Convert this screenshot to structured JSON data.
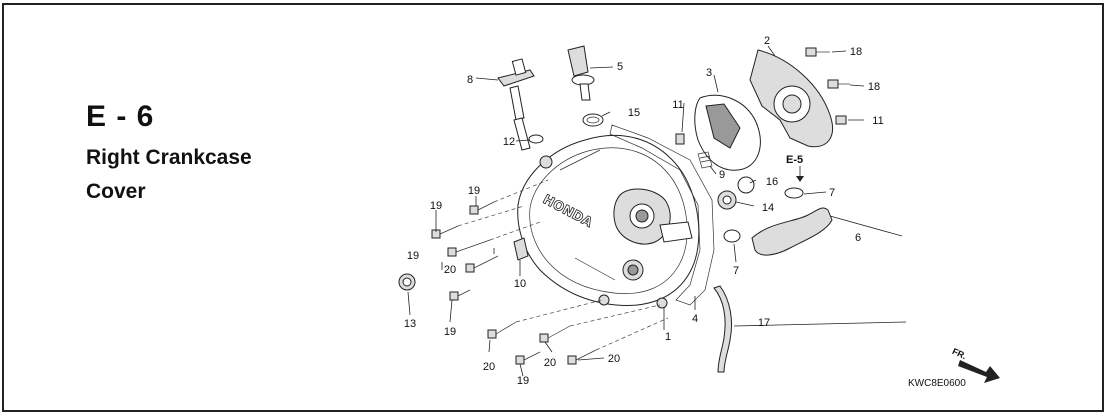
{
  "section": {
    "code": "E - 6",
    "title_line1": "Right Crankcase",
    "title_line2": "Cover"
  },
  "callouts": [
    "1",
    "2",
    "3",
    "4",
    "5",
    "6",
    "7",
    "7",
    "8",
    "9",
    "10",
    "11",
    "11",
    "12",
    "13",
    "14",
    "15",
    "16",
    "17",
    "18",
    "18",
    "19",
    "19",
    "19",
    "19",
    "19",
    "20",
    "20",
    "20",
    "20"
  ],
  "reference": "E-5",
  "cover_marking": "HONDA",
  "direction_marker": "FR.",
  "diagram_code": "KWC8E0600"
}
